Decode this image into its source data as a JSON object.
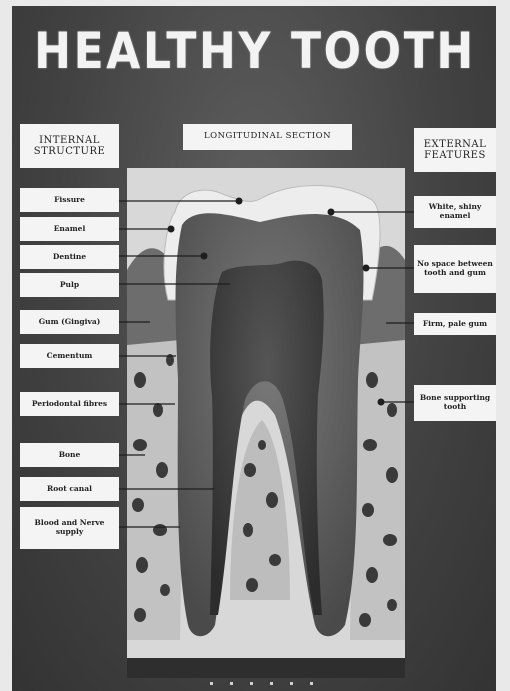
{
  "title": "HEALTHY TOOTH",
  "headers": {
    "internal": "INTERNAL STRUCTURE",
    "section": "LONGITUDINAL SECTION",
    "external": "EXTERNAL FEATURES"
  },
  "internal_labels": [
    "Fissure",
    "Enamel",
    "Dentine",
    "Pulp",
    "Gum (Gingiva)",
    "Cementum",
    "Periodontal fibres",
    "Bone",
    "Root canal",
    "Blood and Nerve supply"
  ],
  "external_labels": [
    "White, shiny enamel",
    "No space between tooth and gum",
    "Firm, pale gum",
    "Bone supporting tooth"
  ]
}
